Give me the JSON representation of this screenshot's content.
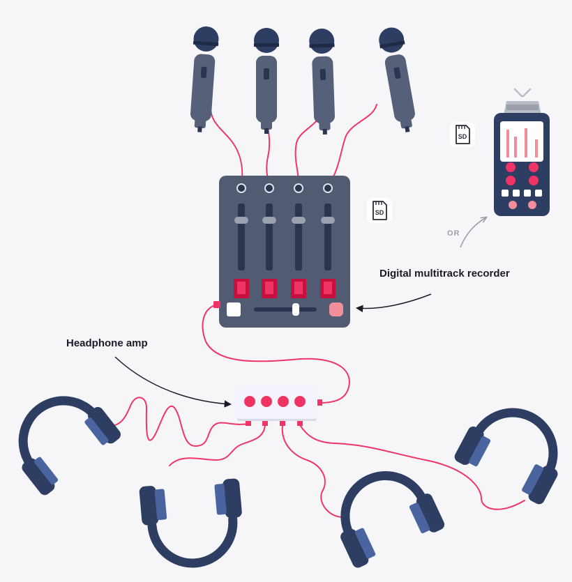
{
  "labels": {
    "recorder": "Digital multitrack recorder",
    "headphone_amp": "Headphone amp",
    "or": "OR",
    "sd": "SD"
  },
  "colors": {
    "background": "#f6f6f8",
    "device_body": "#515c73",
    "device_dark": "#2b3550",
    "navy": "#2e3e63",
    "headphone_pad": "#4a64a0",
    "cable": "#f03566",
    "accent_red": "#f03566",
    "accent_light": "#f28d9b",
    "label_text": "#1c1c28"
  },
  "icons": [
    "microphone-icon",
    "mixer-icon",
    "sd-card-icon",
    "handheld-recorder-icon",
    "headphone-amp-icon",
    "headphones-icon",
    "arrow-icon"
  ]
}
